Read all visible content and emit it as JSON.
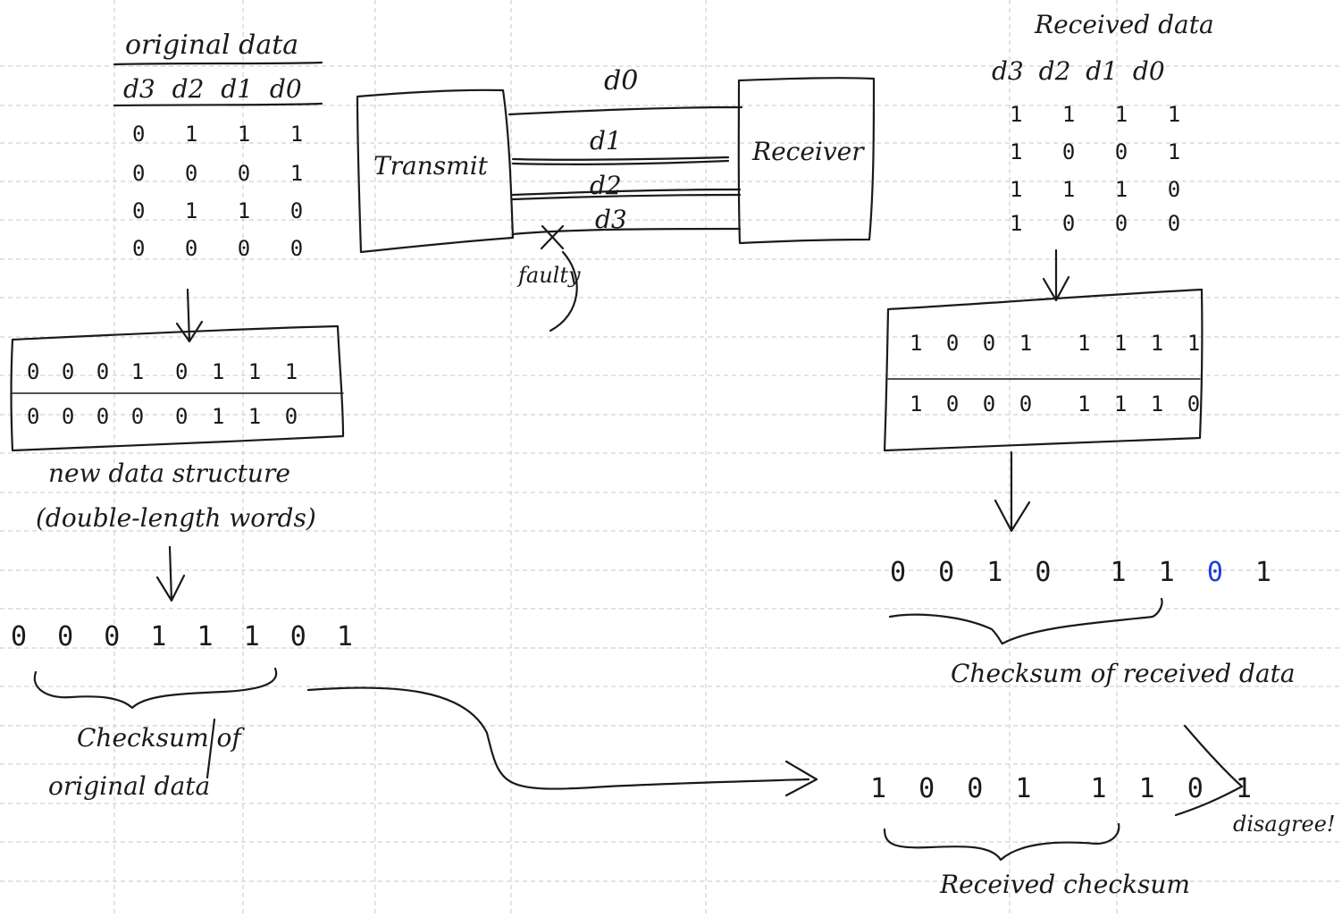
{
  "original": {
    "title": "original data",
    "header": "d3 d2 d1 d0",
    "rows": [
      "0 1 1 1",
      "0 0 0 1",
      "0 1 1 0",
      "0 0 0 0"
    ]
  },
  "transmit_label": "Transmit",
  "receiver_label": "Receiver",
  "lines": {
    "d0": "d0",
    "d1": "d1",
    "d2": "d2",
    "d3": "d3"
  },
  "faulty_label": "faulty",
  "new_structure": {
    "rows": [
      [
        "0 0 0 1",
        "0 1 1 1"
      ],
      [
        "0 0 0 0",
        "0 1 1 0"
      ]
    ],
    "label_line1": "new data structure",
    "label_line2": "(double-length words)"
  },
  "checksum_original": {
    "bits": "0 0 0 1 1 1 0 1",
    "label_line1": "Checksum of",
    "label_line2": "original data"
  },
  "received": {
    "title": "Received data",
    "header": "d3 d2 d1 d0",
    "rows": [
      "1 1 1 1",
      "1 0 0 1",
      "1 1 1 0",
      "1 0 0 0"
    ]
  },
  "received_structure": {
    "rows": [
      [
        "1 0 0 1",
        "1 1 1 1"
      ],
      [
        "1 0 0 0",
        "1 1 1 0"
      ]
    ]
  },
  "checksum_received_data": {
    "bits_prefix": "0 0 1 0  1 1 ",
    "bits_highlight": "0",
    "bits_suffix": " 1",
    "label": "Checksum of received data"
  },
  "received_checksum": {
    "bits": "1 0 0 1  1 1 0 1",
    "label": "Received checksum"
  },
  "disagree_label": "disagree!",
  "colors": {
    "ink": "#1a1a1a",
    "grid": "#9a9a9a",
    "highlight": "#1f3fd6"
  }
}
